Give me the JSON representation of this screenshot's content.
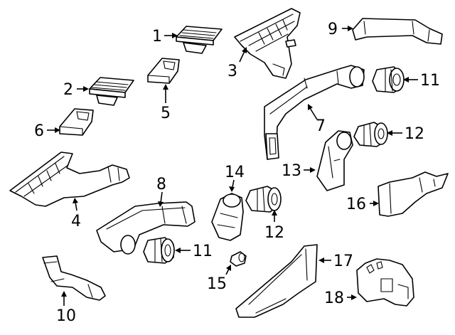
{
  "callouts": {
    "c1": "1",
    "c2": "2",
    "c3": "3",
    "c4": "4",
    "c5": "5",
    "c6": "6",
    "c7": "7",
    "c8": "8",
    "c9": "9",
    "c10": "10",
    "c11a": "11",
    "c11b": "11",
    "c12a": "12",
    "c12b": "12",
    "c13": "13",
    "c14": "14",
    "c15": "15",
    "c16": "16",
    "c17": "17",
    "c18": "18"
  }
}
